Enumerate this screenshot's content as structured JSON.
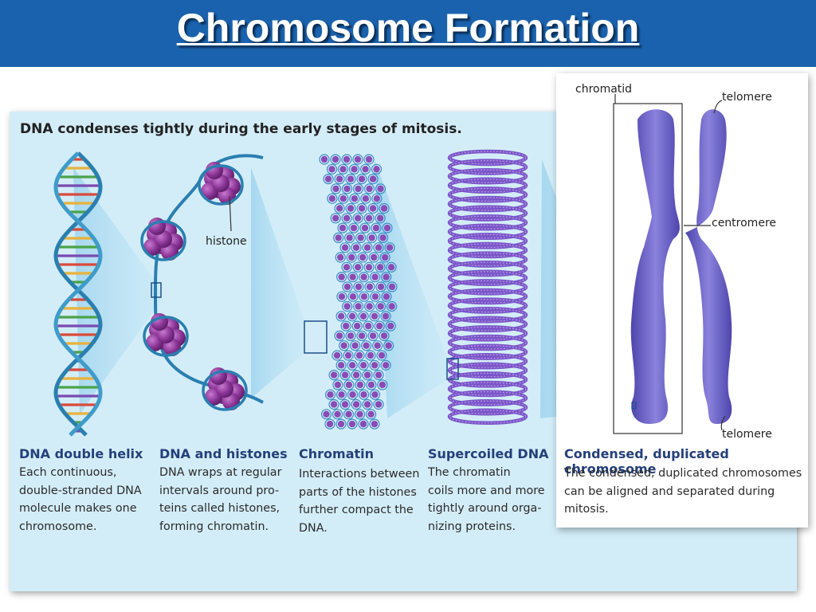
{
  "slide": {
    "title": "Chromosome Formation"
  },
  "figure": {
    "header": "DNA condenses tightly during the early stages of mitosis.",
    "stages": [
      {
        "title": "DNA double helix",
        "body": "Each continuous,\ndouble-stranded DNA\nmolecule makes one\nchromosome."
      },
      {
        "title": "DNA and histones",
        "body": "DNA wraps at regular\nintervals around pro-\nteins called histones,\nforming chromatin."
      },
      {
        "title": "Chromatin",
        "body": "Interactions between\nparts of the histones\nfurther compact the\nDNA."
      },
      {
        "title": "Supercoiled DNA",
        "body": "The chromatin\ncoils more and more\ntightly around orga-\nnizing proteins."
      },
      {
        "title": "Condensed, duplicated chromosome",
        "body": "The condensed, duplicated chromosomes\ncan be aligned and separated during\nmitosis."
      }
    ],
    "labels": {
      "histone": "histone",
      "chromatid": "chromatid",
      "telomere_top": "telomere",
      "centromere": "centromere",
      "telomere_bottom": "telomere"
    },
    "colors": {
      "title_bar": "#1a62ad",
      "panel": "#d3edf8",
      "dna_strand": "#2a7fb0",
      "histone": "#7a2a86",
      "chromosome": "#6a5fc4",
      "caption_title": "#24407a"
    }
  }
}
